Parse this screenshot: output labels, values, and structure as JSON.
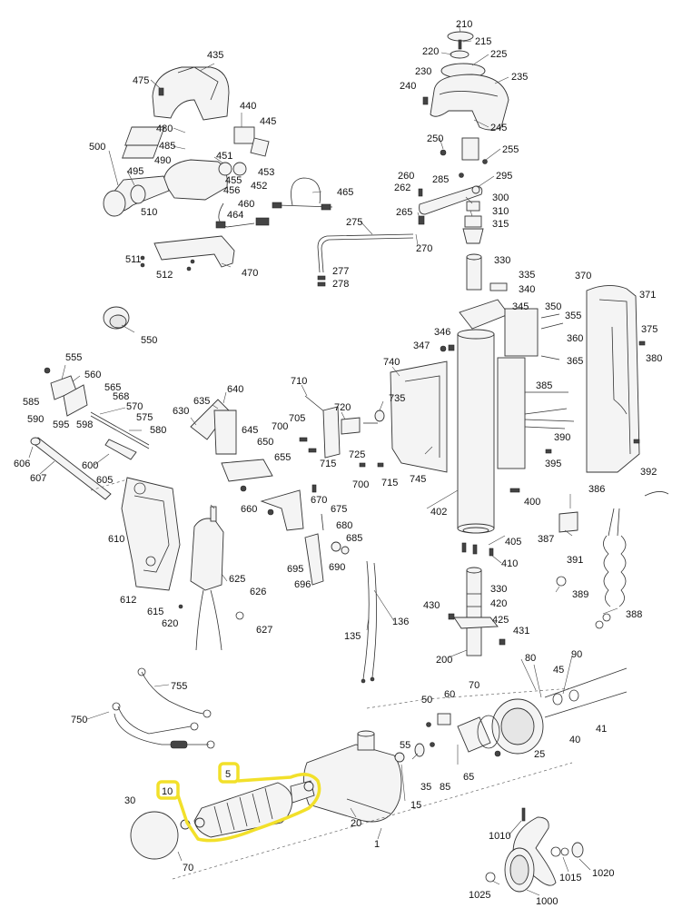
{
  "labels": [
    {
      "text": "210"
    },
    {
      "text": "215"
    },
    {
      "text": "220"
    },
    {
      "text": "225"
    },
    {
      "text": "230"
    },
    {
      "text": "235"
    },
    {
      "text": "240"
    },
    {
      "text": "245"
    },
    {
      "text": "250"
    },
    {
      "text": "255"
    },
    {
      "text": "260"
    },
    {
      "text": "262"
    },
    {
      "text": "285"
    },
    {
      "text": "295"
    },
    {
      "text": "300"
    },
    {
      "text": "310"
    },
    {
      "text": "315"
    },
    {
      "text": "265"
    },
    {
      "text": "270"
    },
    {
      "text": "275"
    },
    {
      "text": "277"
    },
    {
      "text": "278"
    },
    {
      "text": "330"
    },
    {
      "text": "335"
    },
    {
      "text": "340"
    },
    {
      "text": "345"
    },
    {
      "text": "350"
    },
    {
      "text": "355"
    },
    {
      "text": "360"
    },
    {
      "text": "365"
    },
    {
      "text": "346"
    },
    {
      "text": "347"
    },
    {
      "text": "370"
    },
    {
      "text": "371"
    },
    {
      "text": "375"
    },
    {
      "text": "380"
    },
    {
      "text": "385"
    },
    {
      "text": "390"
    },
    {
      "text": "395"
    },
    {
      "text": "400"
    },
    {
      "text": "386"
    },
    {
      "text": "392"
    },
    {
      "text": "387"
    },
    {
      "text": "391"
    },
    {
      "text": "389"
    },
    {
      "text": "388"
    },
    {
      "text": "402"
    },
    {
      "text": "405"
    },
    {
      "text": "410"
    },
    {
      "text": "330"
    },
    {
      "text": "420"
    },
    {
      "text": "425"
    },
    {
      "text": "430"
    },
    {
      "text": "431"
    },
    {
      "text": "200"
    },
    {
      "text": "435"
    },
    {
      "text": "475"
    },
    {
      "text": "440"
    },
    {
      "text": "445"
    },
    {
      "text": "480"
    },
    {
      "text": "485"
    },
    {
      "text": "490"
    },
    {
      "text": "451"
    },
    {
      "text": "453"
    },
    {
      "text": "455"
    },
    {
      "text": "456"
    },
    {
      "text": "452"
    },
    {
      "text": "460"
    },
    {
      "text": "464"
    },
    {
      "text": "465"
    },
    {
      "text": "500"
    },
    {
      "text": "495"
    },
    {
      "text": "510"
    },
    {
      "text": "511"
    },
    {
      "text": "512"
    },
    {
      "text": "470"
    },
    {
      "text": "550"
    },
    {
      "text": "555"
    },
    {
      "text": "560"
    },
    {
      "text": "565"
    },
    {
      "text": "568"
    },
    {
      "text": "585"
    },
    {
      "text": "570"
    },
    {
      "text": "575"
    },
    {
      "text": "590"
    },
    {
      "text": "595"
    },
    {
      "text": "598"
    },
    {
      "text": "580"
    },
    {
      "text": "606"
    },
    {
      "text": "607"
    },
    {
      "text": "600"
    },
    {
      "text": "605"
    },
    {
      "text": "610"
    },
    {
      "text": "612"
    },
    {
      "text": "615"
    },
    {
      "text": "620"
    },
    {
      "text": "625"
    },
    {
      "text": "626"
    },
    {
      "text": "627"
    },
    {
      "text": "630"
    },
    {
      "text": "635"
    },
    {
      "text": "640"
    },
    {
      "text": "645"
    },
    {
      "text": "650"
    },
    {
      "text": "655"
    },
    {
      "text": "660"
    },
    {
      "text": "670"
    },
    {
      "text": "675"
    },
    {
      "text": "680"
    },
    {
      "text": "685"
    },
    {
      "text": "690"
    },
    {
      "text": "695"
    },
    {
      "text": "696"
    },
    {
      "text": "700"
    },
    {
      "text": "705"
    },
    {
      "text": "710"
    },
    {
      "text": "715"
    },
    {
      "text": "720"
    },
    {
      "text": "725"
    },
    {
      "text": "700"
    },
    {
      "text": "715"
    },
    {
      "text": "735"
    },
    {
      "text": "740"
    },
    {
      "text": "745"
    },
    {
      "text": "135"
    },
    {
      "text": "136"
    },
    {
      "text": "755"
    },
    {
      "text": "750"
    },
    {
      "text": "80"
    },
    {
      "text": "90"
    },
    {
      "text": "45"
    },
    {
      "text": "70"
    },
    {
      "text": "50"
    },
    {
      "text": "60"
    },
    {
      "text": "40"
    },
    {
      "text": "41"
    },
    {
      "text": "25"
    },
    {
      "text": "65"
    },
    {
      "text": "55"
    },
    {
      "text": "35"
    },
    {
      "text": "85"
    },
    {
      "text": "15"
    },
    {
      "text": "20"
    },
    {
      "text": "5"
    },
    {
      "text": "10"
    },
    {
      "text": "30"
    },
    {
      "text": "70"
    },
    {
      "text": "1"
    },
    {
      "text": "1010"
    },
    {
      "text": "1015"
    },
    {
      "text": "1020"
    },
    {
      "text": "1025"
    },
    {
      "text": "1000"
    }
  ]
}
